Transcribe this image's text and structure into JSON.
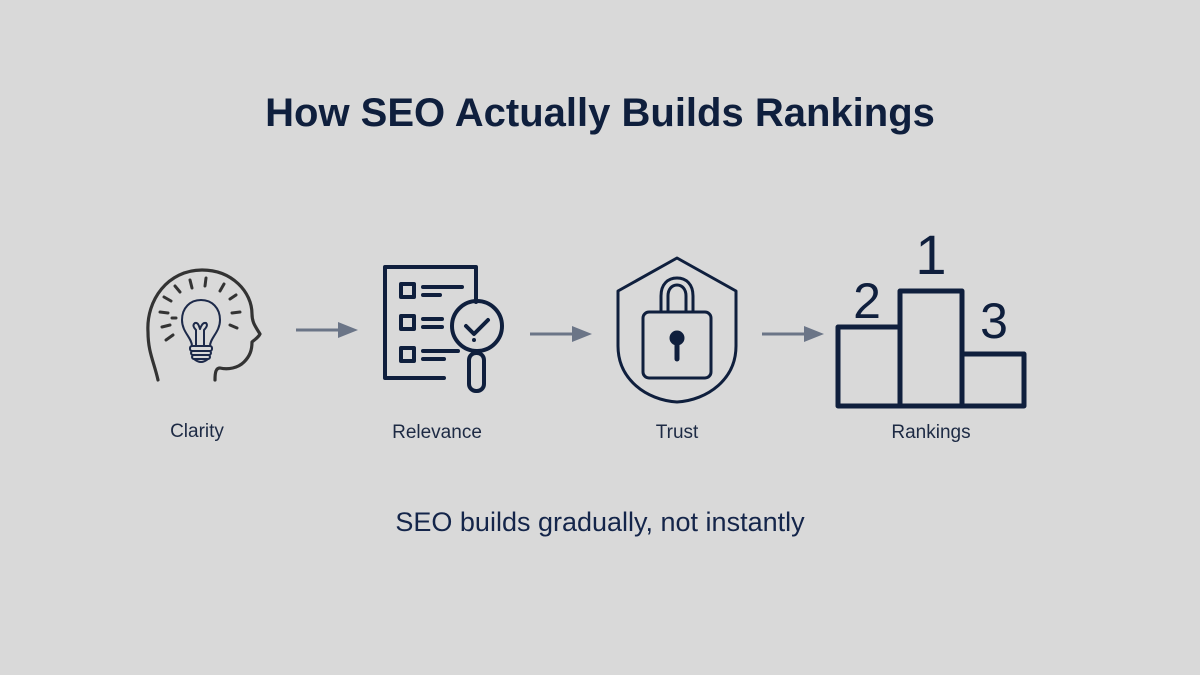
{
  "title": "How SEO Actually Builds Rankings",
  "steps": [
    {
      "label": "Clarity",
      "icon": "head-lightbulb-icon"
    },
    {
      "label": "Relevance",
      "icon": "checklist-magnifier-icon"
    },
    {
      "label": "Trust",
      "icon": "shield-lock-icon"
    },
    {
      "label": "Rankings",
      "icon": "podium-icon"
    }
  ],
  "podium": {
    "first": "1",
    "second": "2",
    "third": "3"
  },
  "tagline": "SEO builds gradually, not instantly",
  "colors": {
    "background": "#d9d9d9",
    "primary": "#0f1f3d",
    "head_outline": "#333333",
    "arrow": "#6b7587"
  }
}
